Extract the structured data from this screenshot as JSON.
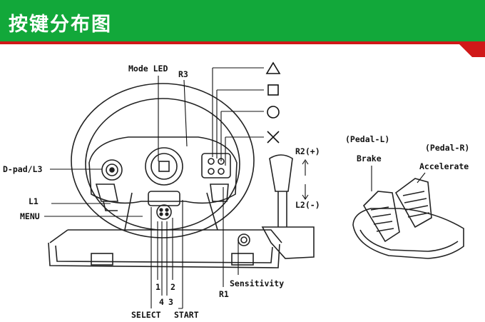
{
  "header": {
    "title": "按键分布图",
    "bg_color": "#12a83a",
    "accent_color": "#d01818"
  },
  "labels": {
    "mode_led": "Mode LED",
    "r3": "R3",
    "dpad_l3": "D-pad/L3",
    "l1": "L1",
    "menu": "MENU",
    "r2_plus": "R2(+)",
    "l2_minus": "L2(-)",
    "sensitivity": "Sensitivity",
    "r1": "R1",
    "select": "SELECT",
    "start": "START",
    "num_1": "1",
    "num_2": "2",
    "num_3": "3",
    "num_4": "4",
    "pedal_l": "(Pedal-L)",
    "pedal_r": "(Pedal-R)",
    "brake": "Brake",
    "accelerate": "Accelerate"
  },
  "face_buttons": [
    "triangle-icon",
    "square-icon",
    "circle-icon",
    "cross-icon"
  ]
}
